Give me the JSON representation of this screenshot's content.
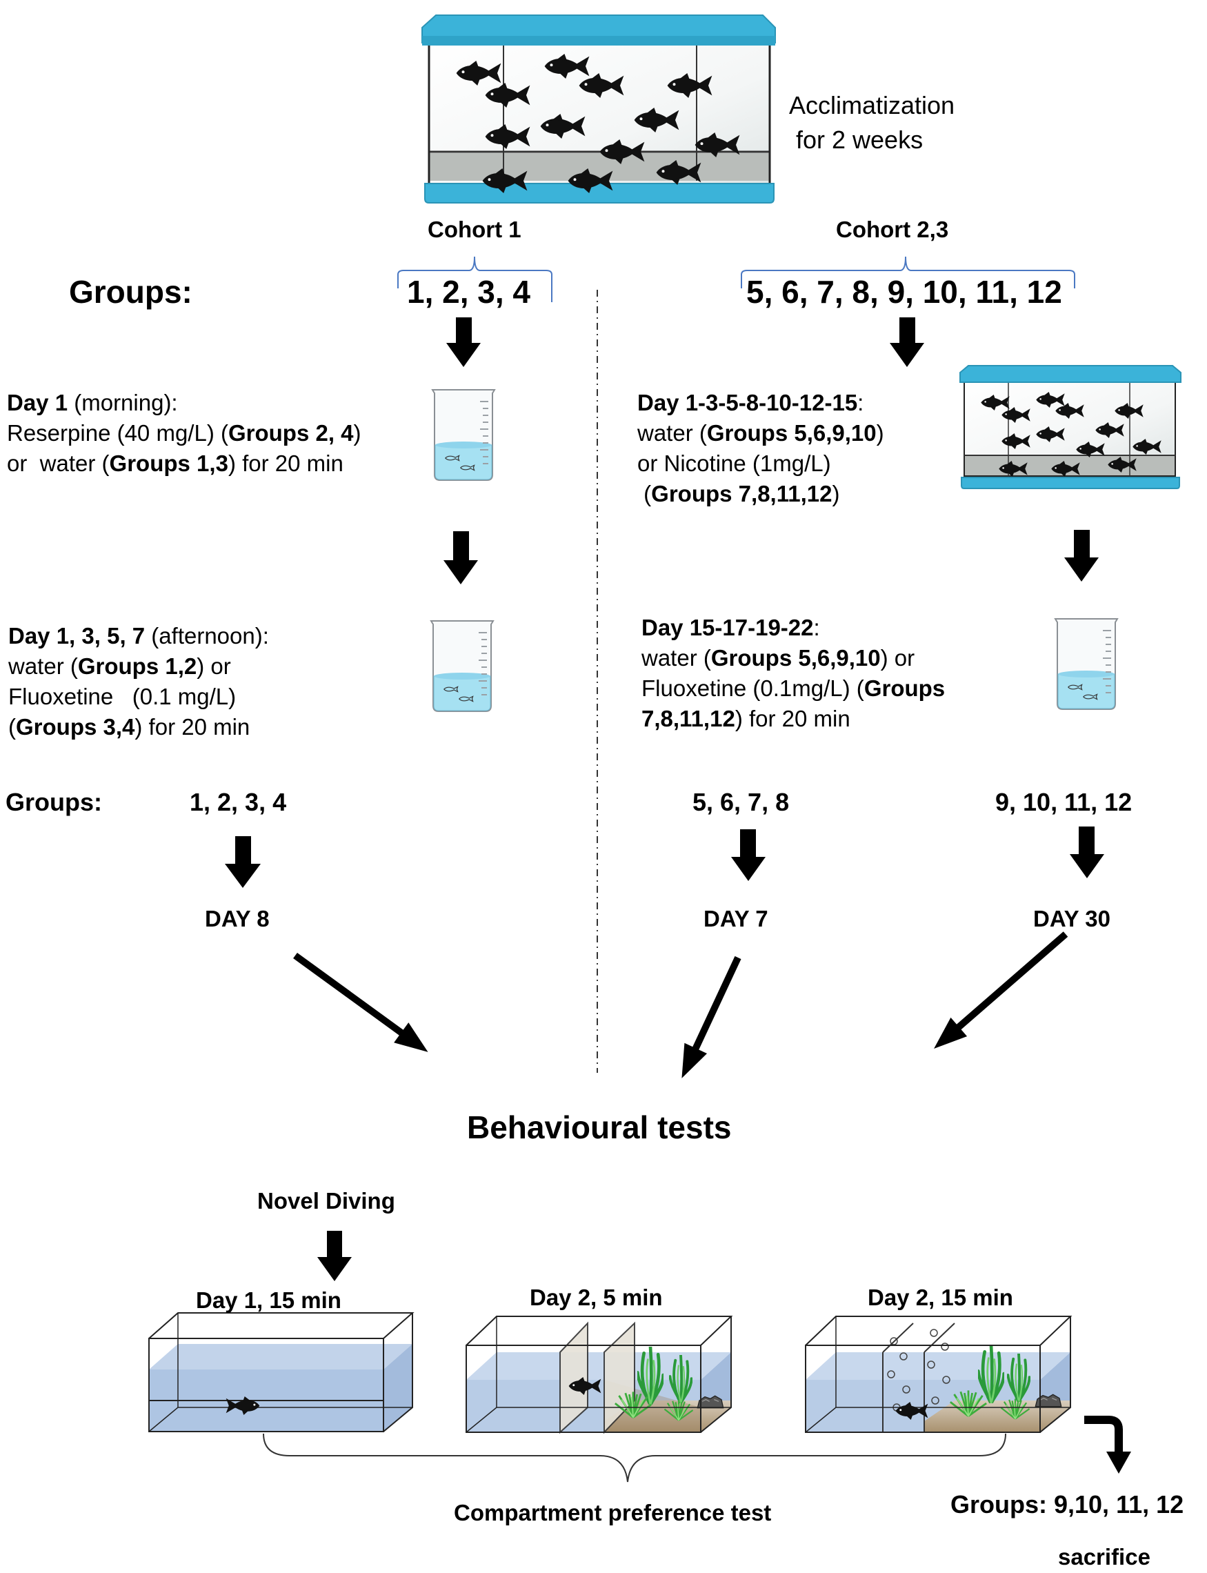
{
  "top": {
    "acclimatization": [
      "Acclimatization",
      "for 2 weeks"
    ],
    "cohort_1": "Cohort 1",
    "cohort_23": "Cohort 2,3",
    "groups_label": "Groups:",
    "groups_left": "1, 2, 3, 4",
    "groups_right": "5, 6, 7, 8, 9, 10, 11, 12"
  },
  "left": {
    "day1_morning": [
      [
        {
          "t": "Day 1",
          "b": true
        },
        {
          "t": " (morning):"
        }
      ],
      [
        {
          "t": "Reserpine (40 mg/L) ("
        },
        {
          "t": "Groups 2, 4",
          "b": true
        },
        {
          "t": ")"
        }
      ],
      [
        {
          "t": "or  water ("
        },
        {
          "t": "Groups 1,3",
          "b": true
        },
        {
          "t": ") for 20 min"
        }
      ]
    ],
    "day1357": [
      [
        {
          "t": "Day 1, 3, 5, 7",
          "b": true
        },
        {
          "t": " (afternoon):"
        }
      ],
      [
        {
          "t": "water ("
        },
        {
          "t": "Groups 1,2",
          "b": true
        },
        {
          "t": ") or"
        }
      ],
      [
        {
          "t": "Fluoxetine   (0.1 mg/L)"
        }
      ],
      [
        {
          "t": "("
        },
        {
          "t": "Groups 3,4",
          "b": true
        },
        {
          "t": ") for 20 min"
        }
      ]
    ],
    "groups_label": "Groups:",
    "groups": "1, 2, 3, 4",
    "day": "DAY 8"
  },
  "right": {
    "day1_15": [
      [
        {
          "t": "Day 1-3-5-8-10-12-15",
          "b": true
        },
        {
          "t": ":"
        }
      ],
      [
        {
          "t": "water ("
        },
        {
          "t": "Groups 5,6,9,10",
          "b": true
        },
        {
          "t": ")"
        }
      ],
      [
        {
          "t": "or Nicotine (1mg/L)"
        }
      ],
      [
        {
          "t": " ("
        },
        {
          "t": "Groups 7,8,11,12",
          "b": true
        },
        {
          "t": ")"
        }
      ]
    ],
    "day15_22": [
      [
        {
          "t": "Day 15-17-19-22",
          "b": true
        },
        {
          "t": ":"
        }
      ],
      [
        {
          "t": "water ("
        },
        {
          "t": "Groups 5,6,9,10",
          "b": true
        },
        {
          "t": ") or"
        }
      ],
      [
        {
          "t": "Fluoxetine (0.1mg/L) ("
        },
        {
          "t": "Groups",
          "b": true
        }
      ],
      [
        {
          "t": "7,8,11,12",
          "b": true
        },
        {
          "t": ") for 20 min"
        }
      ]
    ],
    "groups_a": "5, 6, 7, 8",
    "groups_b": "9, 10, 11, 12",
    "day_a": "DAY 7",
    "day_b": "DAY 30"
  },
  "bottom": {
    "behavioural_tests": "Behavioural tests",
    "novel_diving": "Novel Diving",
    "tank1": "Day 1, 15 min",
    "tank2": "Day 2, 5 min",
    "tank3": "Day 2, 15 min",
    "compartment": "Compartment preference test",
    "sacrifice_groups": "Groups: 9,10, 11, 12",
    "sacrifice": "sacrifice"
  },
  "colors": {
    "tank_frame": "#3bb3d9",
    "water": "#b8cce6",
    "beaker_water": "#a6e1f2",
    "fish": "#111111",
    "cohort_brace": "#4a78c2"
  }
}
